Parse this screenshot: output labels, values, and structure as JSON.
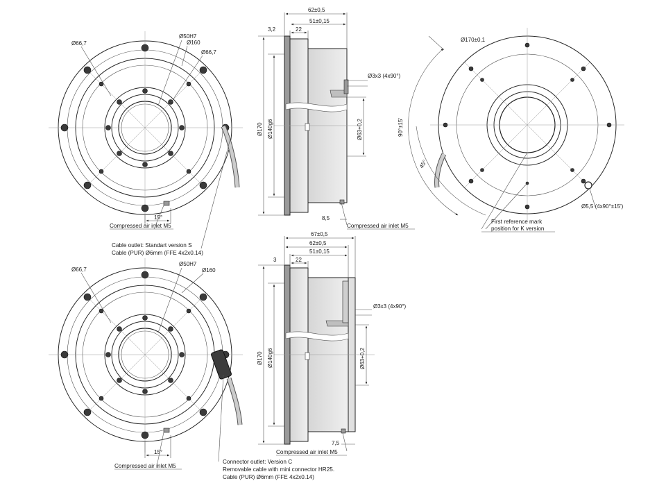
{
  "top_front": {
    "d_66_7_left": "Ø66,7",
    "d_50h7": "Ø50H7",
    "d_160": "Ø160",
    "d_66_7_right": "Ø66,7",
    "angle_15": "15°",
    "air_inlet": "Compressed air inlet M5"
  },
  "cable_note": {
    "line1": "Cable outlet: Standart version  S",
    "line2": "Cable (PUR) Ø6mm (FFE 4x2x0.14)"
  },
  "top_side": {
    "w_62": "62±0,5",
    "w_51": "51±0,15",
    "w_3_2": "3,2",
    "w_22": "22",
    "d_3x3": "Ø3x3 (4x90°)",
    "d_170": "Ø170",
    "d_140": "Ø140g6",
    "d_63": "Ø63+0,2",
    "w_8_5": "8,5",
    "air_inlet": "Compressed air inlet M5"
  },
  "rear": {
    "d_170_1": "Ø170±0,1",
    "ang_90_15": "90°±15'",
    "ang_45": "45°",
    "d_5_5": "Ø5,5 (4x90°±15')",
    "ref_line1": "First reference mark",
    "ref_line2": "position for K version"
  },
  "bottom_front": {
    "d_66_7": "Ø66,7",
    "d_50h7": "Ø50H7",
    "d_160": "Ø160",
    "angle_15": "15°",
    "air_inlet": "Compressed air inlet M5"
  },
  "connector_note": {
    "line1": "Connector outlet: Version C",
    "line2": "Removable cable with mini connector HR25.",
    "line3": "Cable (PUR) Ø6mm (FFE 4x2x0.14)"
  },
  "bottom_side": {
    "w_67": "67±0,5",
    "w_62": "62±0,5",
    "w_51": "51±0,15",
    "w_3": "3",
    "w_22": "22",
    "d_3x3": "Ø3x3 (4x90°)",
    "d_170": "Ø170",
    "d_140": "Ø140g6",
    "d_63": "Ø63+0,2",
    "w_7_5": "7,5",
    "air_inlet": "Compressed air inlet M5"
  }
}
